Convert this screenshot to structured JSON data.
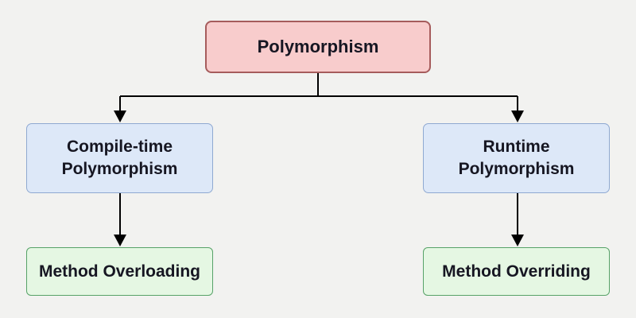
{
  "diagram": {
    "type": "flowchart",
    "background_color": "#f2f2f0",
    "connector_color": "#000000",
    "nodes": {
      "root": {
        "label": "Polymorphism",
        "fill": "#f8cccc",
        "border": "#a65c5c"
      },
      "compile_time": {
        "label": "Compile-time Polymorphism",
        "fill": "#dde8f8",
        "border": "#8fa9d1"
      },
      "runtime": {
        "label": "Runtime Polymorphism",
        "fill": "#dde8f8",
        "border": "#8fa9d1"
      },
      "overloading": {
        "label": "Method Overloading",
        "fill": "#e5f7e3",
        "border": "#57a268"
      },
      "overriding": {
        "label": "Method Overriding",
        "fill": "#e5f7e3",
        "border": "#57a268"
      }
    },
    "edges": [
      {
        "from": "root",
        "to": "compile_time",
        "arrow": "down"
      },
      {
        "from": "root",
        "to": "runtime",
        "arrow": "down"
      },
      {
        "from": "compile_time",
        "to": "overloading",
        "arrow": "down"
      },
      {
        "from": "runtime",
        "to": "overriding",
        "arrow": "down"
      }
    ]
  }
}
